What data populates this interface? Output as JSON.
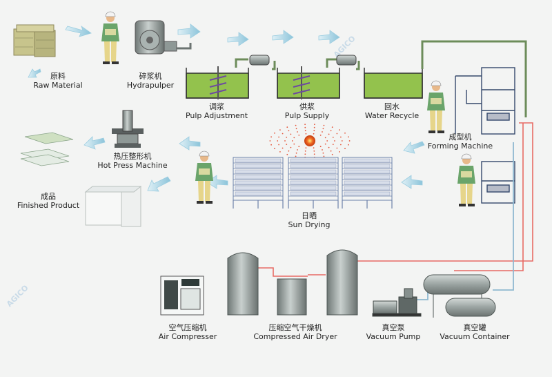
{
  "watermark": "AGICO",
  "colors": {
    "pulp": "#93c24d",
    "arrow": "#8fc6dc",
    "pipe": "#e86a64",
    "tank": "#8e9896",
    "rack": "#6a7fa8"
  },
  "steps": [
    {
      "id": "raw-material",
      "zh": "原料",
      "en": "Raw Material"
    },
    {
      "id": "hydrapulper",
      "zh": "碎浆机",
      "en": "Hydrapulper"
    },
    {
      "id": "pulp-adjustment",
      "zh": "调浆",
      "en": "Pulp Adjustment"
    },
    {
      "id": "pulp-supply",
      "zh": "供浆",
      "en": "Pulp Supply"
    },
    {
      "id": "water-recycle",
      "zh": "回水",
      "en": "Water Recycle"
    },
    {
      "id": "forming-machine",
      "zh": "成型机",
      "en": "Forming Machine"
    },
    {
      "id": "hot-press-machine",
      "zh": "热压整形机",
      "en": "Hot Press Machine"
    },
    {
      "id": "finished-product",
      "zh": "成品",
      "en": "Finished Product"
    },
    {
      "id": "sun-drying",
      "zh": "日晒",
      "en": "Sun Drying"
    },
    {
      "id": "air-compressor",
      "zh": "空气压缩机",
      "en": "Air Compresser"
    },
    {
      "id": "air-dryer",
      "zh": "压缩空气干燥机",
      "en": "Compressed Air Dryer"
    },
    {
      "id": "vacuum-pump",
      "zh": "真空泵",
      "en": "Vacuum Pump"
    },
    {
      "id": "vacuum-container",
      "zh": "真空罐",
      "en": "Vacuum Container"
    }
  ]
}
